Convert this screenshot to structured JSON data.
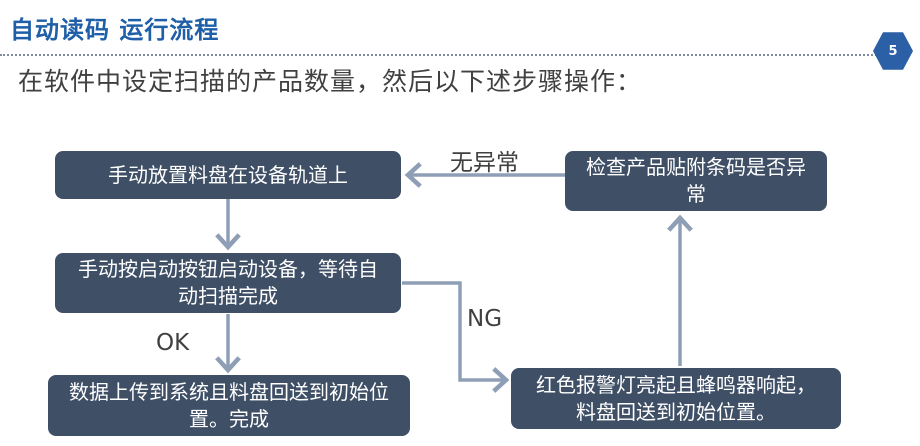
{
  "header": {
    "title": "自动读码 运行流程",
    "slide_number": "5"
  },
  "intro_text": "在软件中设定扫描的产品数量，然后以下述步骤操作：",
  "flow": {
    "step_place_tray": "手动放置料盘在设备轨道上",
    "step_start_button": "手动按启动按钮启动设备，等待自动扫描完成",
    "step_upload_data": "数据上传到系统且料盘回送到初始位置。完成",
    "step_alarm": "红色报警灯亮起且蜂鸣器响起，料盘回送到初始位置。",
    "step_check_label": "检查产品贴附条码是否异常",
    "label_ok": "OK",
    "label_ng": "NG",
    "label_no_exception": "无异常"
  },
  "colors": {
    "box_fill": "#3f4f66",
    "arrow": "#8e9fb5",
    "title": "#1f5fa8"
  }
}
